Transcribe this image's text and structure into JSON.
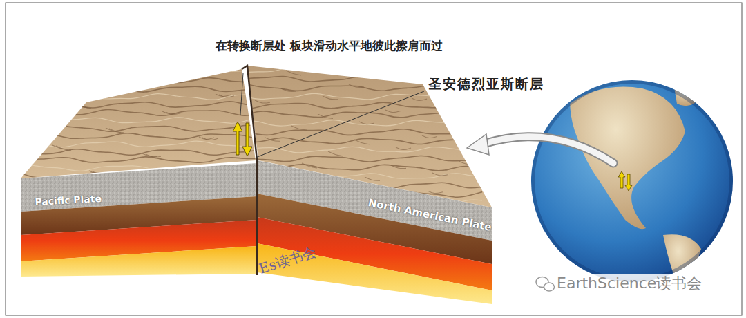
{
  "diagram": {
    "labels": [
      "在转换断层处 板块滑动水平地彼此擦肩而过",
      "圣安德烈亚斯断层",
      "Pacific Plate",
      "North American Plate",
      "Es读书会",
      "EarthScience读书会"
    ]
  }
}
